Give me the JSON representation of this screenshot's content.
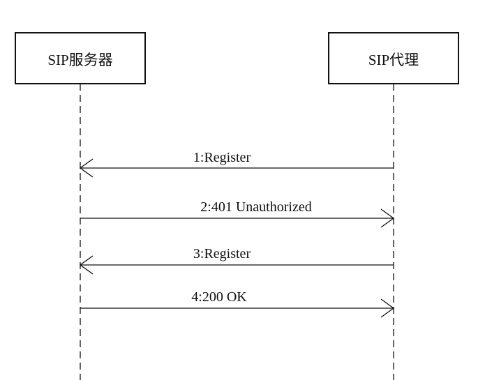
{
  "participants": {
    "server": {
      "label": "SIP服务器"
    },
    "agent": {
      "label": "SIP代理"
    }
  },
  "messages": [
    {
      "label": "1:Register",
      "from": "agent",
      "to": "server"
    },
    {
      "label": "2:401 Unauthorized",
      "from": "server",
      "to": "agent"
    },
    {
      "label": "3:Register",
      "from": "agent",
      "to": "server"
    },
    {
      "label": "4:200 OK",
      "from": "server",
      "to": "agent"
    }
  ],
  "colors": {
    "line": "#111111",
    "background": "#ffffff"
  }
}
